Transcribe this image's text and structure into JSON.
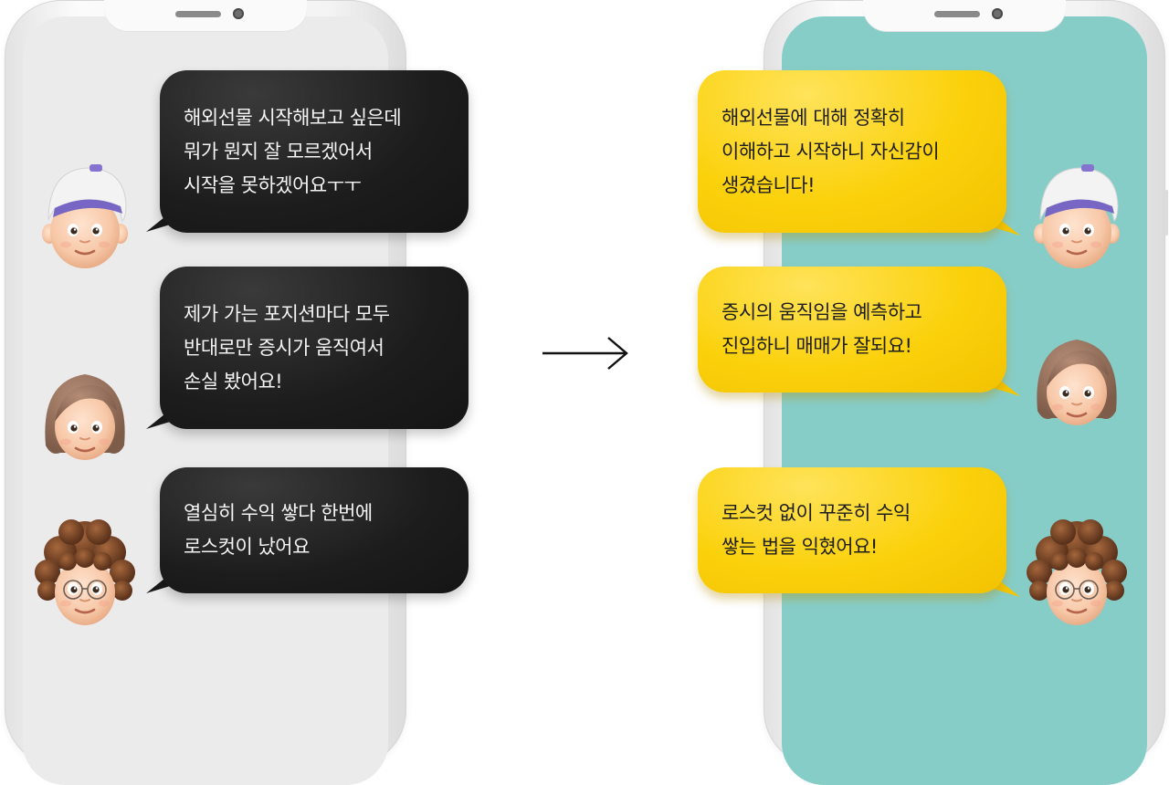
{
  "left_panel": {
    "messages": [
      {
        "avatar": "boy-cap-avatar",
        "text": "해외선물 시작해보고 싶은데\n뭐가 뭔지 잘 모르겠어서\n시작을 못하겠어요ㅜㅜ"
      },
      {
        "avatar": "woman-bob-avatar",
        "text": "제가 가는 포지션마다 모두\n반대로만 증시가 움직여서\n손실 봤어요!"
      },
      {
        "avatar": "curly-glasses-avatar",
        "text": "열심히 수익 쌓다 한번에\n로스컷이 났어요"
      }
    ]
  },
  "right_panel": {
    "messages": [
      {
        "avatar": "boy-cap-avatar",
        "text": "해외선물에 대해 정확히\n이해하고 시작하니 자신감이\n생겼습니다!"
      },
      {
        "avatar": "woman-bob-avatar",
        "text": "증시의 움직임을 예측하고\n진입하니 매매가 잘되요!"
      },
      {
        "avatar": "curly-glasses-avatar",
        "text": "로스컷 없이 꾸준히 수익\n쌓는 법을 익혔어요!"
      }
    ]
  },
  "arrow_icon": "arrow-right-icon",
  "colors": {
    "left_screen": "#ebebeb",
    "right_screen": "#86cdc8",
    "dark_bubble": "#1c1c1c",
    "yellow_bubble": "#fbd10c"
  }
}
